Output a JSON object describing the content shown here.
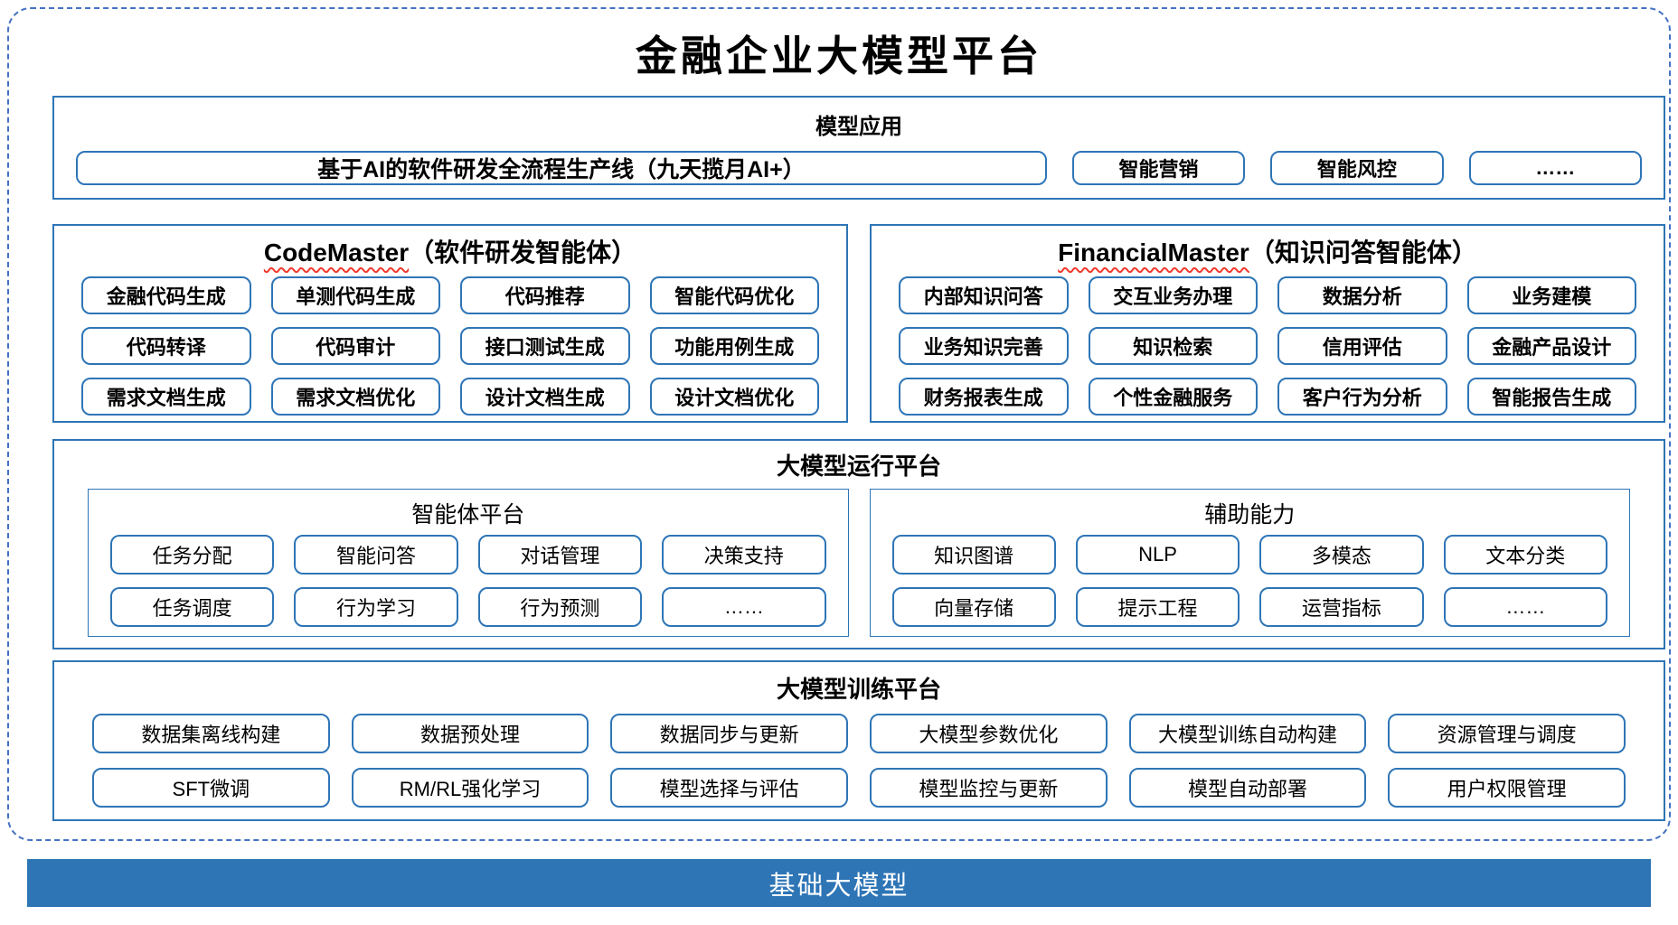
{
  "page": {
    "title": "金融企业大模型平台",
    "base_model_bar": "基础大模型"
  },
  "colors": {
    "box_border_blue": "#2e75b6",
    "dashed_frame_blue": "#4472c4",
    "base_bar_blue": "#2e75b6",
    "squiggle_red": "#f0392b",
    "text_black": "#000000",
    "bar_text_white": "#ffffff"
  },
  "sections": {
    "model_app": {
      "title": "模型应用",
      "main_button": "基于AI的软件研发全流程生产线（九天揽月AI+）",
      "buttons": [
        "智能营销",
        "智能风控",
        "……"
      ]
    },
    "code_master": {
      "title_en": "CodeMaster",
      "title_zh": "（软件研发智能体）",
      "buttons": [
        "金融代码生成",
        "单测代码生成",
        "代码推荐",
        "智能代码优化",
        "代码转译",
        "代码审计",
        "接口测试生成",
        "功能用例生成",
        "需求文档生成",
        "需求文档优化",
        "设计文档生成",
        "设计文档优化"
      ]
    },
    "financial_master": {
      "title_en": "FinancialMaster",
      "title_zh": "（知识问答智能体）",
      "buttons": [
        "内部知识问答",
        "交互业务办理",
        "数据分析",
        "业务建模",
        "业务知识完善",
        "知识检索",
        "信用评估",
        "金融产品设计",
        "财务报表生成",
        "个性金融服务",
        "客户行为分析",
        "智能报告生成"
      ]
    },
    "runtime_platform": {
      "title": "大模型运行平台",
      "agent_platform": {
        "title": "智能体平台",
        "buttons": [
          "任务分配",
          "智能问答",
          "对话管理",
          "决策支持",
          "任务调度",
          "行为学习",
          "行为预测",
          "……"
        ]
      },
      "aux_capability": {
        "title": "辅助能力",
        "buttons": [
          "知识图谱",
          "NLP",
          "多模态",
          "文本分类",
          "向量存储",
          "提示工程",
          "运营指标",
          "……"
        ]
      }
    },
    "training_platform": {
      "title": "大模型训练平台",
      "buttons": [
        "数据集离线构建",
        "数据预处理",
        "数据同步与更新",
        "大模型参数优化",
        "大模型训练自动构建",
        "资源管理与调度",
        "SFT微调",
        "RM/RL强化学习",
        "模型选择与评估",
        "模型监控与更新",
        "模型自动部署",
        "用户权限管理"
      ]
    }
  }
}
